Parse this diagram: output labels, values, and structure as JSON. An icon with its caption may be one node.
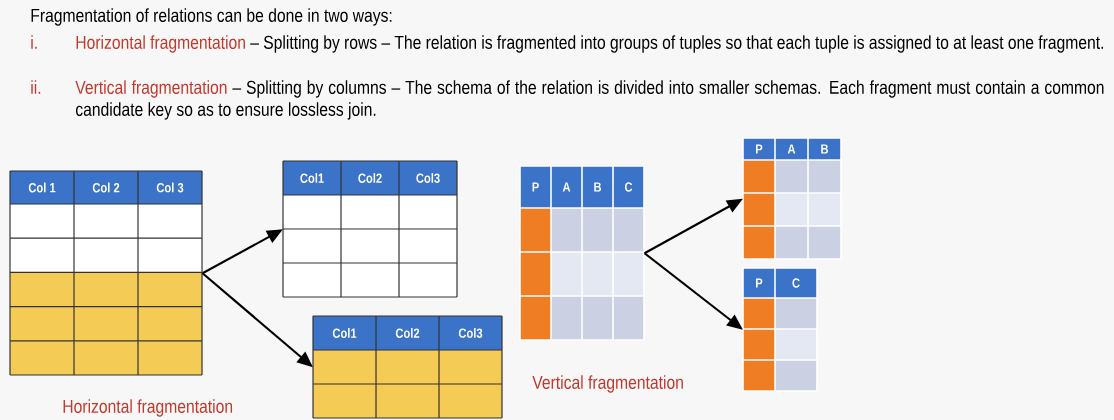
{
  "diagram": {
    "title": "Fragmentation of relations can be done in two ways:",
    "nodes": [
      {
        "text": [
          "Col 1",
          "Col 2",
          "Col 3"
        ]
      },
      {
        "text": [
          "Col1",
          "Col2",
          "Col3"
        ]
      },
      {
        "text": [
          "Col1",
          "Col2",
          "Col3"
        ]
      },
      {
        "text": [
          "P",
          "A",
          "B",
          "C"
        ]
      },
      {
        "text": [
          "P",
          "A",
          "B"
        ]
      },
      {
        "text": [
          "P",
          "C"
        ]
      }
    ],
    "edges": [
      {
        "from": 0,
        "to": 1,
        "arrow": "to"
      },
      {
        "from": 0,
        "to": 2,
        "arrow": "to"
      },
      {
        "from": 3,
        "to": 4,
        "arrow": "to"
      },
      {
        "from": 3,
        "to": 5,
        "arrow": "to"
      }
    ],
    "labels": [
      "i.",
      "Horizontal fragmentation",
      "– Splitting by rows – The relation is fragmented into groups of tuples so that each tuple is assigned to at least one fragment.",
      "ii.",
      "Vertical fragmentation",
      "– Splitting by columns – The schema of the relation is divided into smaller schemas. Each fragment must contain a common candidate key so as to ensure lossless join.",
      "Horizontal fragmentation",
      "Vertical fragmentation"
    ]
  }
}
